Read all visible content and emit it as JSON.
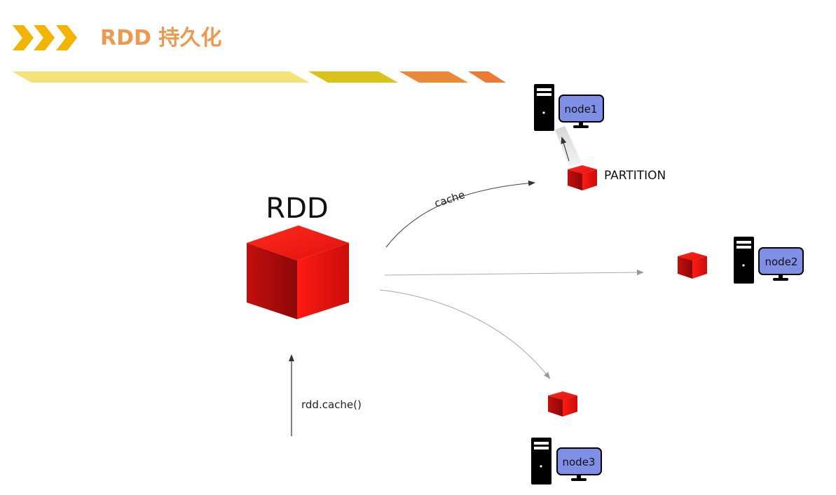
{
  "header": {
    "title": "RDD 持久化",
    "chevron_color": "#f1b400",
    "stripe_colors": [
      "#f3e37a",
      "#d9c21c",
      "#e98a3a",
      "#ea7a35"
    ]
  },
  "diagram": {
    "rdd_label": "RDD",
    "cache_label": "cache",
    "call_label": "rdd.cache()",
    "partition_label": "PARTITION",
    "cube_color": "#d9120f",
    "monitor_color": "#7f8fe6",
    "nodes": [
      {
        "label": "node1"
      },
      {
        "label": "node2"
      },
      {
        "label": "node3"
      }
    ]
  }
}
